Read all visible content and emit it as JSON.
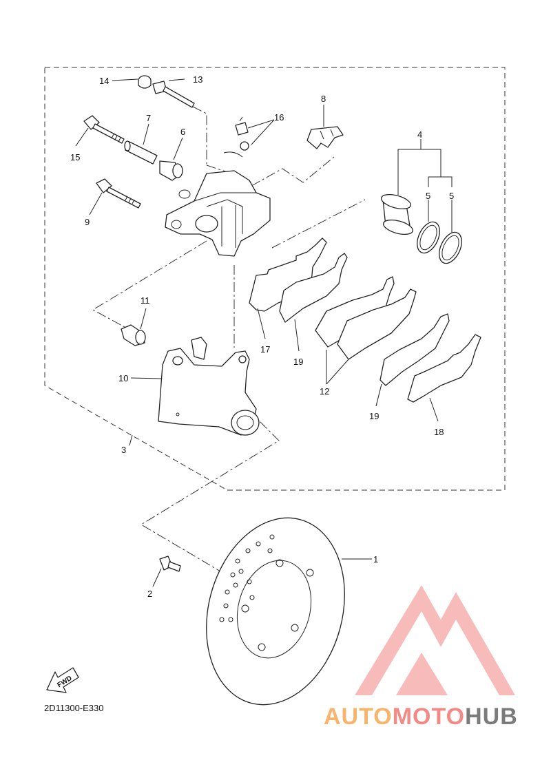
{
  "diagram_code": "2D11300-E330",
  "fwd_label": "FWD",
  "watermark": {
    "part1": "AUTO",
    "part2": "MOTO",
    "part3": "HUB",
    "color_orange": "#f7b46a",
    "color_salmon": "#f28a86",
    "color_gray": "#7b7b7b"
  },
  "callouts": {
    "c1": "1",
    "c2": "2",
    "c3": "3",
    "c4": "4",
    "c5a": "5",
    "c5b": "5",
    "c6": "6",
    "c7": "7",
    "c8": "8",
    "c9": "9",
    "c10": "10",
    "c11": "11",
    "c12": "12",
    "c13": "13",
    "c14": "14",
    "c15": "15",
    "c16": "16",
    "c17": "17",
    "c18": "18",
    "c19a": "19",
    "c19b": "19"
  }
}
